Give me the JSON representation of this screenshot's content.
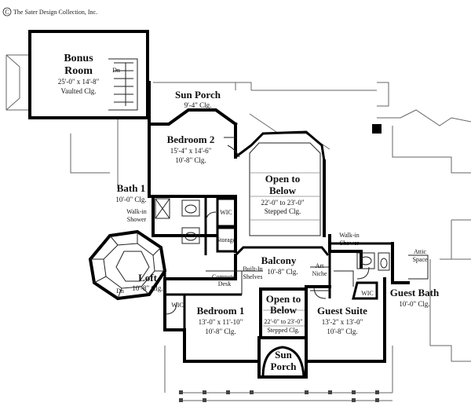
{
  "copyright": {
    "symbol": "C",
    "text": "The Sater Design Collection, Inc."
  },
  "rooms": {
    "bonus_room": {
      "name_line1": "Bonus",
      "name_line2": "Room",
      "dims": "25'-0\" x 14'-8\"",
      "ceiling": "Vaulted Clg.",
      "stair": "Dn"
    },
    "sun_porch_top": {
      "name": "Sun Porch",
      "ceiling": "9'-4\" Clg."
    },
    "bedroom_2": {
      "name": "Bedroom 2",
      "dims": "15'-4\" x 14'-6\"",
      "ceiling": "10'-8\" Clg."
    },
    "open_below_top": {
      "name_line1": "Open to",
      "name_line2": "Below",
      "dims": "22'-0\" to 23'-0\"",
      "ceiling": "Stepped Clg."
    },
    "bath_1": {
      "name": "Bath 1",
      "ceiling": "10'-0\" Clg.",
      "note_line1": "Walk-in",
      "note_line2": "Shower"
    },
    "wic_bath": {
      "name": "WIC"
    },
    "storage": {
      "name": "Storage"
    },
    "loft": {
      "name": "Loft",
      "ceiling": "10'-8\" Clg.",
      "stair": "Dn"
    },
    "balcony": {
      "name": "Balcony",
      "ceiling": "10'-8\" Clg."
    },
    "computer_desk": {
      "line1": "Computer",
      "line2": "Desk"
    },
    "built_in_shelves": {
      "line1": "Built-In",
      "line2": "Shelves"
    },
    "art_niche": {
      "line1": "Art",
      "line2": "Niche"
    },
    "walk_in_shower": {
      "line1": "Walk-in",
      "line2": "Shower"
    },
    "attic_space": {
      "line1": "Attic",
      "line2": "Space"
    },
    "guest_bath": {
      "name": "Guest Bath",
      "ceiling": "10'-0\" Clg."
    },
    "wic_bedroom1": {
      "name": "WIC"
    },
    "bedroom_1": {
      "name": "Bedroom 1",
      "dims": "13'-0\" x 11'-10\"",
      "ceiling": "10'-8\" Clg."
    },
    "open_below_bottom": {
      "name_line1": "Open to",
      "name_line2": "Below",
      "dims": "22'-0\" to 23'-0\"",
      "ceiling": "Stepped Clg."
    },
    "wic_guest": {
      "name": "WIC"
    },
    "guest_suite": {
      "name": "Guest Suite",
      "dims": "13'-2\" x 13'-0\"",
      "ceiling": "10'-8\" Clg."
    },
    "sun_porch_bottom": {
      "name_line1": "Sun",
      "name_line2": "Porch"
    }
  }
}
